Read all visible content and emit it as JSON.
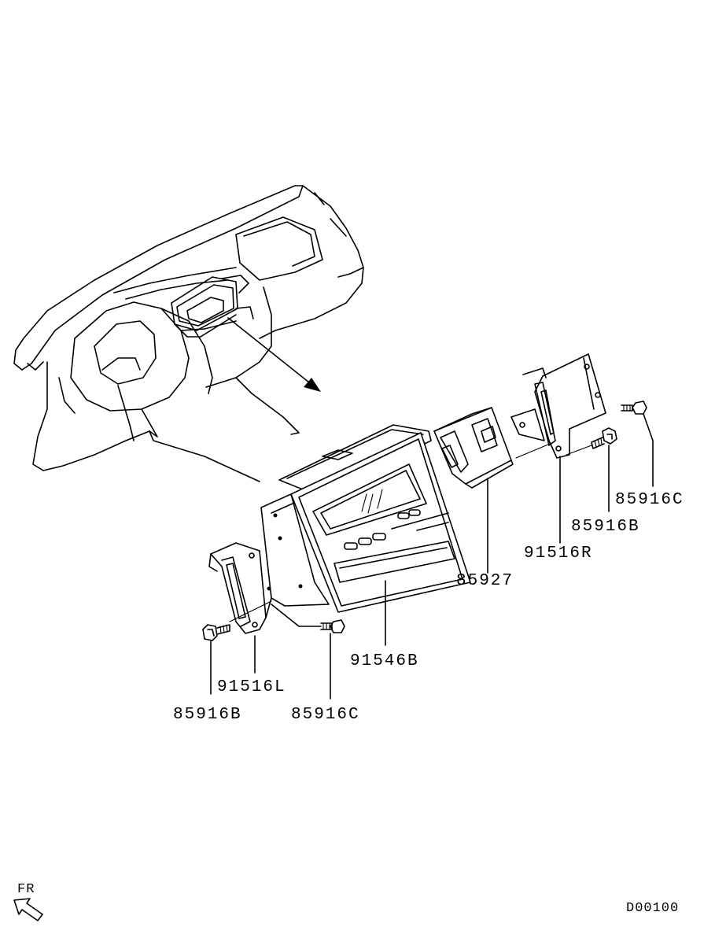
{
  "parts": {
    "screw_right_c": "85916C",
    "screw_right_b": "85916B",
    "bracket_right": "91516R",
    "module": "85927",
    "display_unit": "91546B",
    "bracket_left": "91516L",
    "screw_left_b": "85916B",
    "screw_left_c": "85916C"
  },
  "front_indicator": "FR",
  "diagram_code": "D00100"
}
